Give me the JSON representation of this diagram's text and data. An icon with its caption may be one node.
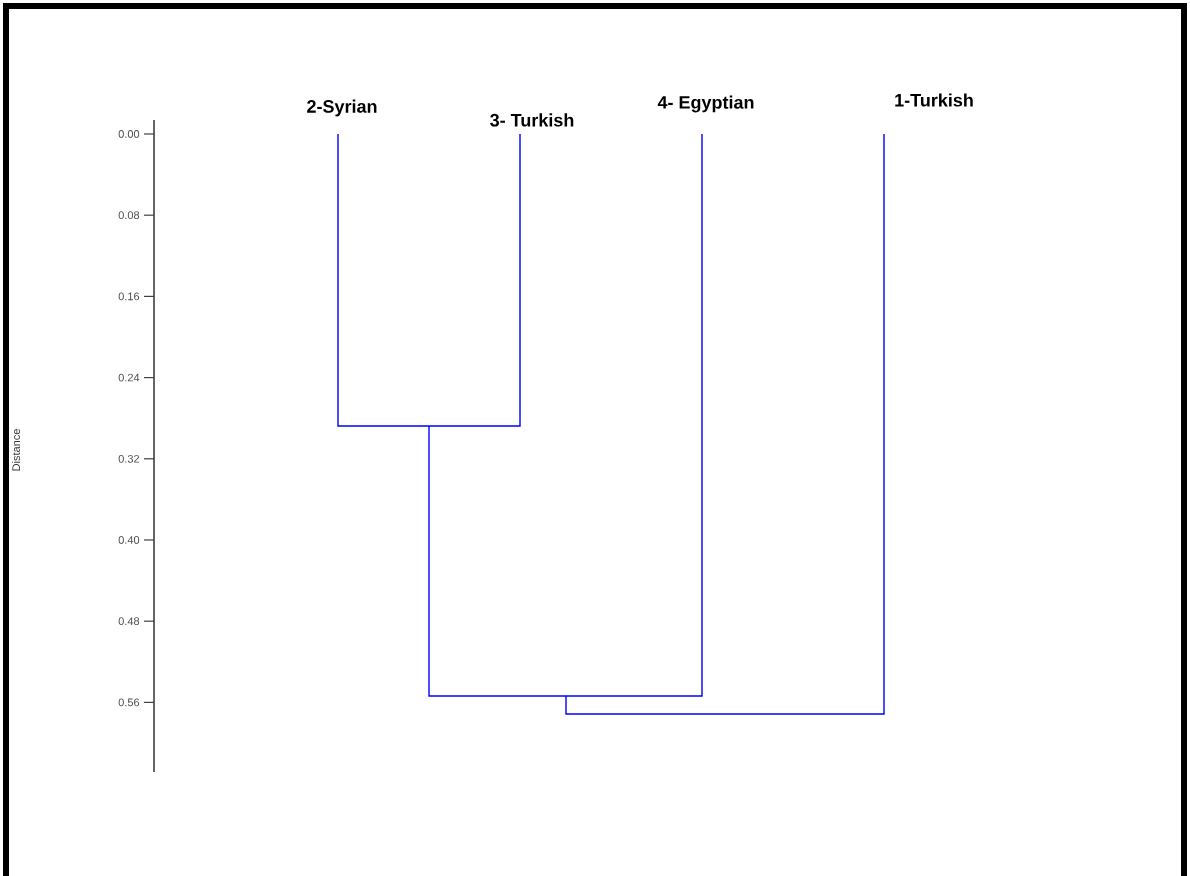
{
  "diagram": {
    "labels": [
      "2-Syrian",
      "3- Turkish",
      "4- Egyptian",
      "1-Turkish",
      "0.00",
      "0.08",
      "0.16",
      "0.24",
      "0.32",
      "0.40",
      "0.48",
      "0.56",
      "Distance"
    ]
  }
}
